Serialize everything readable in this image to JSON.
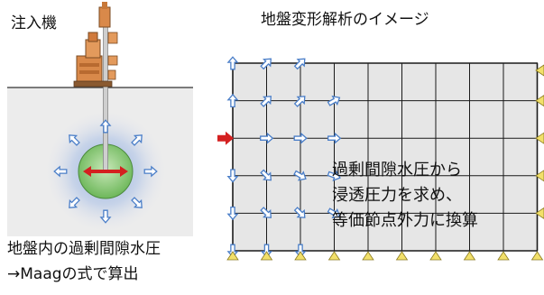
{
  "left_panel": {
    "injector_label": "注入機",
    "pressure_label_line1": "地盤内の過剰間隙水圧",
    "pressure_label_line2": "→Maagの式で算出"
  },
  "right_panel": {
    "title": "地盤変形解析のイメージ",
    "note_lines": [
      "過剰間隙水圧から",
      "浸透圧力を求め、",
      "等価節点外力に換算"
    ]
  },
  "colors": {
    "ground_fill": "#ececec",
    "grid_fill": "#e6e6e6",
    "grid_line": "#1a1a1a",
    "bulb_fill": "#8cc878",
    "halo": "#8fb0e0",
    "arrow_outline": "#4a7ec8",
    "force_arrow": "#d42020",
    "support_fill": "#f2e06a",
    "machine": "#d9894a"
  },
  "icons": {
    "injection_machine": "machine-icon",
    "seepage_arrow": "hollow-arrow-icon",
    "applied_force": "red-arrow-icon",
    "roller_support": "triangle-support-icon"
  }
}
